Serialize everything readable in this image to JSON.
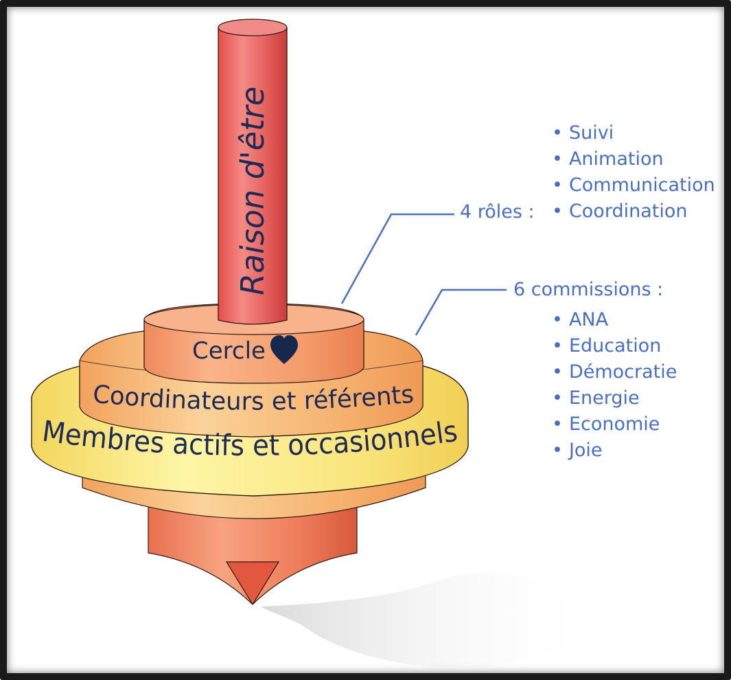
{
  "diagram": {
    "pole_label": "Raison d'être",
    "tiers": {
      "top": {
        "label": "Cercle"
      },
      "middle": {
        "label": "Coordinateurs et référents"
      },
      "bottom": {
        "label": "Membres actifs et occasionnels"
      }
    },
    "roles": {
      "prefix": "4 rôles :",
      "items": [
        "Suivi",
        "Animation",
        "Communication",
        "Coordination"
      ]
    },
    "commissions": {
      "header": "6 commissions :",
      "items": [
        "ANA",
        "Education",
        "Démocratie",
        "Energie",
        "Economie",
        "Joie"
      ]
    },
    "colors": {
      "annotation_text": "#4a6fbf",
      "callout_line": "#4a6fbf",
      "pole": "#e8625f",
      "ring_orange": "#f3a270",
      "ring_yellow": "#f7e882",
      "label_text": "#1f2a57"
    },
    "icons": {
      "heart": "heart-icon"
    }
  }
}
